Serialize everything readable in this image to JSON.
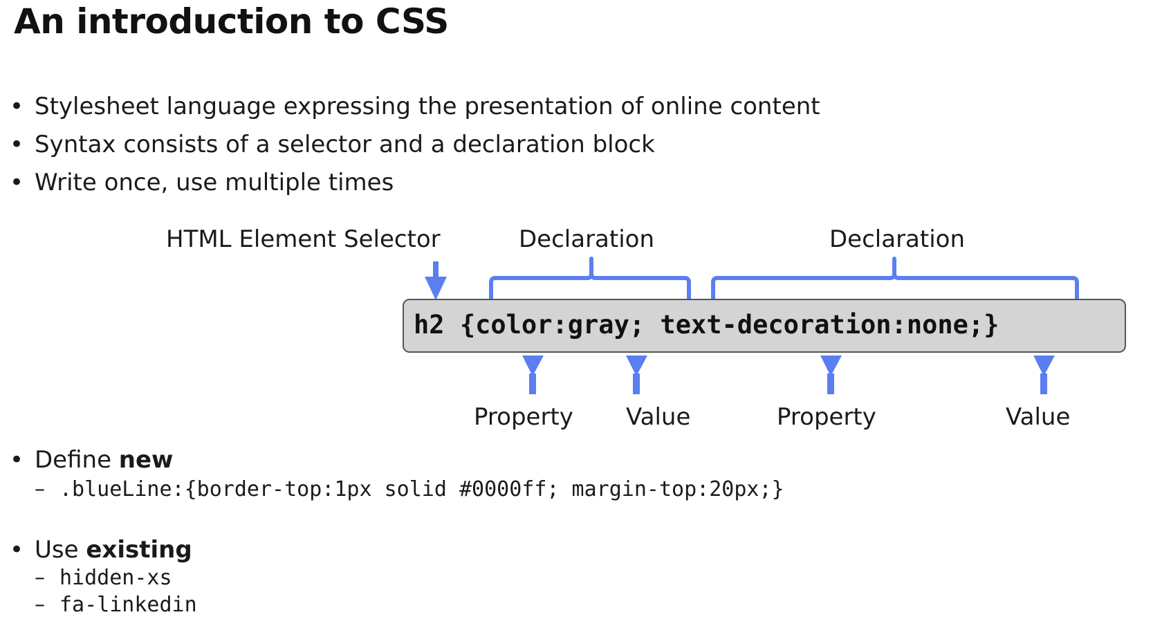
{
  "title": "An introduction to CSS",
  "bullets": [
    "Stylesheet language expressing the presentation of online content",
    "Syntax consists of a selector and a declaration block",
    "Write once, use multiple times"
  ],
  "diagram": {
    "selector_label": "HTML Element Selector",
    "declaration_label_1": "Declaration",
    "declaration_label_2": "Declaration",
    "code": "h2 {color:gray; text-decoration:none;}",
    "property_label_1": "Property",
    "value_label_1": "Value",
    "property_label_2": "Property",
    "value_label_2": "Value",
    "accent_color": "#5b7ff0",
    "code_box_color": "#d4d4d4"
  },
  "define_new": {
    "prefix": "Define ",
    "bold": "new",
    "items": [
      ".blueLine:{border-top:1px solid #0000ff; margin-top:20px;}"
    ]
  },
  "use_existing": {
    "prefix": "Use ",
    "bold": "existing",
    "items": [
      "hidden-xs",
      "fa-linkedin"
    ]
  },
  "glyphs": {
    "bullet": "•",
    "dash": "–"
  }
}
